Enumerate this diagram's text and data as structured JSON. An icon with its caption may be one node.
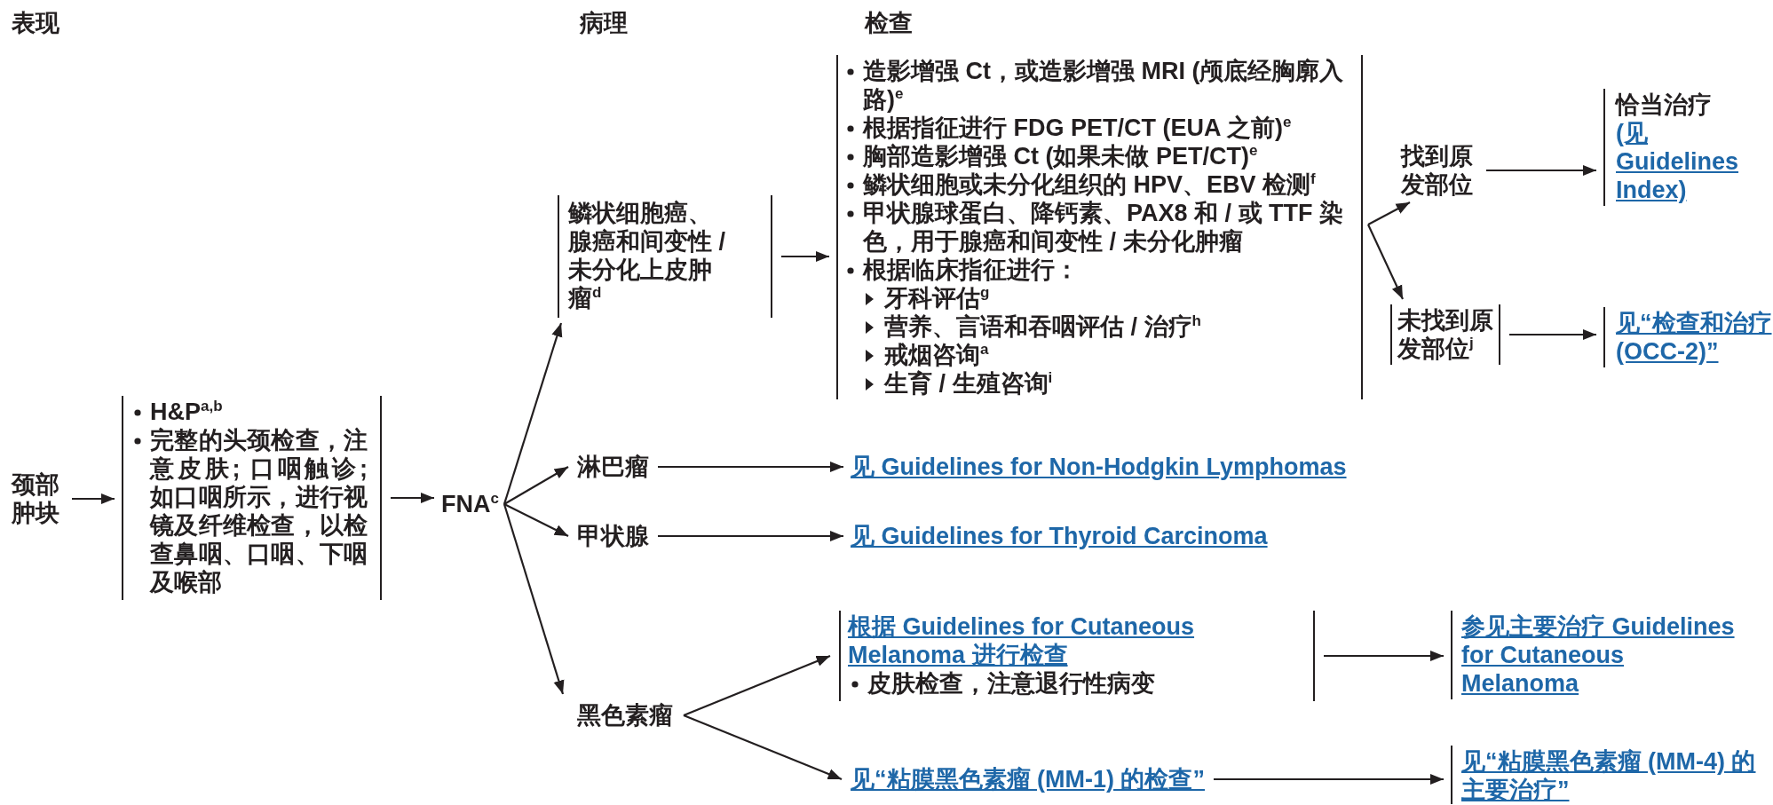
{
  "diagram": {
    "nodes": [
      {
        "text": [
          "颈部肿块"
        ]
      },
      {
        "text": [
          "H&P$^{a,b}$",
          "完整的头颈检查，注意皮肤; 口咽触诊; 如口咽所示，进行视镜及纤维检查，以检查鼻咽、口咽、下咽及喉部"
        ]
      },
      {
        "text": [
          "FNA$^{c}$"
        ]
      },
      {
        "text": [
          "鳞状细胞癌、腺癌和间变性 / 未分化上皮肿瘤$^{d}$"
        ]
      },
      {
        "text": [
          "造影增强 Ct，或造影增强 MRI (颅底经胸廓入路)$^{e}$",
          "根据指征进行 FDG PET/CT (EUA 之前)$^{e}$",
          "胸部造影增强 Ct (如果未做 PET/CT)$^{e}$",
          "鳞状细胞或未分化组织的 HPV、EBV 检测$^{f}$",
          "甲状腺球蛋白、降钙素、PAX8 和 / 或 TTF 染色，用于腺癌和间变性 / 未分化肿瘤",
          "根据临床指征进行：",
          "牙科评估$^{g}$",
          "营养、言语和吞咽评估 / 治疗$^{h}$",
          "戒烟咨询$^{a}$",
          "生育 / 生殖咨询$^{i}$"
        ]
      },
      {
        "text": [
          "淋巴瘤"
        ]
      },
      {
        "text": [
          "甲状腺"
        ]
      },
      {
        "text": [
          "黑色素瘤"
        ]
      },
      {
        "text": [
          "找到原发部位"
        ]
      },
      {
        "text": [
          "未找到原发部位$^{j}$"
        ]
      },
      {
        "text": [
          "恰当治疗",
          "(见 Guidelines Index)"
        ]
      },
      {
        "text": [
          "见“检查和治疗 (OCC-2)”"
        ]
      },
      {
        "text": [
          "见 Guidelines for Non-Hodgkin Lymphomas"
        ]
      },
      {
        "text": [
          "见 Guidelines for Thyroid Carcinoma"
        ]
      },
      {
        "text": [
          "根据 Guidelines for Cutaneous Melanoma 进行检查",
          "皮肤检查，注意退行性病变"
        ]
      },
      {
        "text": [
          "参见主要治疗 Guidelines for Cutaneous Melanoma"
        ]
      },
      {
        "text": [
          "见“粘膜黑色素瘤 (MM-1) 的检查”"
        ]
      },
      {
        "text": [
          "见“粘膜黑色素瘤 (MM-4) 的主要治疗”"
        ]
      }
    ],
    "edges": [
      {
        "from": 0,
        "to": 1,
        "arrow": "to"
      },
      {
        "from": 1,
        "to": 2,
        "arrow": "to"
      },
      {
        "from": 2,
        "to": 3,
        "arrow": "to"
      },
      {
        "from": 2,
        "to": 5,
        "arrow": "to"
      },
      {
        "from": 2,
        "to": 6,
        "arrow": "to"
      },
      {
        "from": 2,
        "to": 7,
        "arrow": "to"
      },
      {
        "from": 3,
        "to": 4,
        "arrow": "to"
      },
      {
        "from": 4,
        "to": 8,
        "arrow": "to"
      },
      {
        "from": 4,
        "to": 9,
        "arrow": "to"
      },
      {
        "from": 8,
        "to": 10,
        "arrow": "to"
      },
      {
        "from": 9,
        "to": 11,
        "arrow": "to"
      },
      {
        "from": 5,
        "to": 12,
        "arrow": "to"
      },
      {
        "from": 6,
        "to": 13,
        "arrow": "to"
      },
      {
        "from": 7,
        "to": 14,
        "arrow": "to"
      },
      {
        "from": 7,
        "to": 16,
        "arrow": "to"
      },
      {
        "from": 14,
        "to": 15,
        "arrow": "to"
      },
      {
        "from": 16,
        "to": 17,
        "arrow": "to"
      }
    ],
    "labels": [
      "表现",
      "病理",
      "检查"
    ]
  }
}
